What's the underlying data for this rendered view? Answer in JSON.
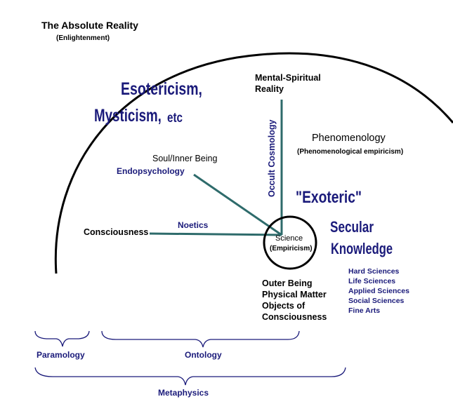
{
  "colors": {
    "background": "#ffffff",
    "text_black": "#000000",
    "text_navy": "#1a1a7a",
    "line_teal": "#2e6b6b"
  },
  "labels": {
    "absolute_reality": "The Absolute Reality",
    "enlightenment": "(Enlightenment)",
    "esotericism": "Esotericism,",
    "mysticism": "Mysticism,",
    "etc": "etc",
    "mental_spiritual_1": "Mental-Spiritual",
    "mental_spiritual_2": "Reality",
    "occult_cosmology": "Occult Cosmology",
    "phenomenology": "Phenomenology",
    "phenomenological_empiricism": "(Phenomenological empiricism)",
    "soul_inner_being": "Soul/Inner Being",
    "endopsychology": "Endopsychology",
    "exoteric": "\"Exoteric\"",
    "secular": "Secular",
    "knowledge": "Knowledge",
    "noetics": "Noetics",
    "consciousness": "Consciousness",
    "science": "Science",
    "empiricism": "(Empiricism)",
    "outer_being": [
      "Outer Being",
      "Physical Matter",
      "Objects of",
      "Consciousness"
    ],
    "sciences": [
      "Hard Sciences",
      "Life Sciences",
      "Applied Sciences",
      "Social Sciences",
      "Fine Arts"
    ],
    "paramology": "Paramology",
    "ontology": "Ontology",
    "metaphysics": "Metaphysics"
  }
}
